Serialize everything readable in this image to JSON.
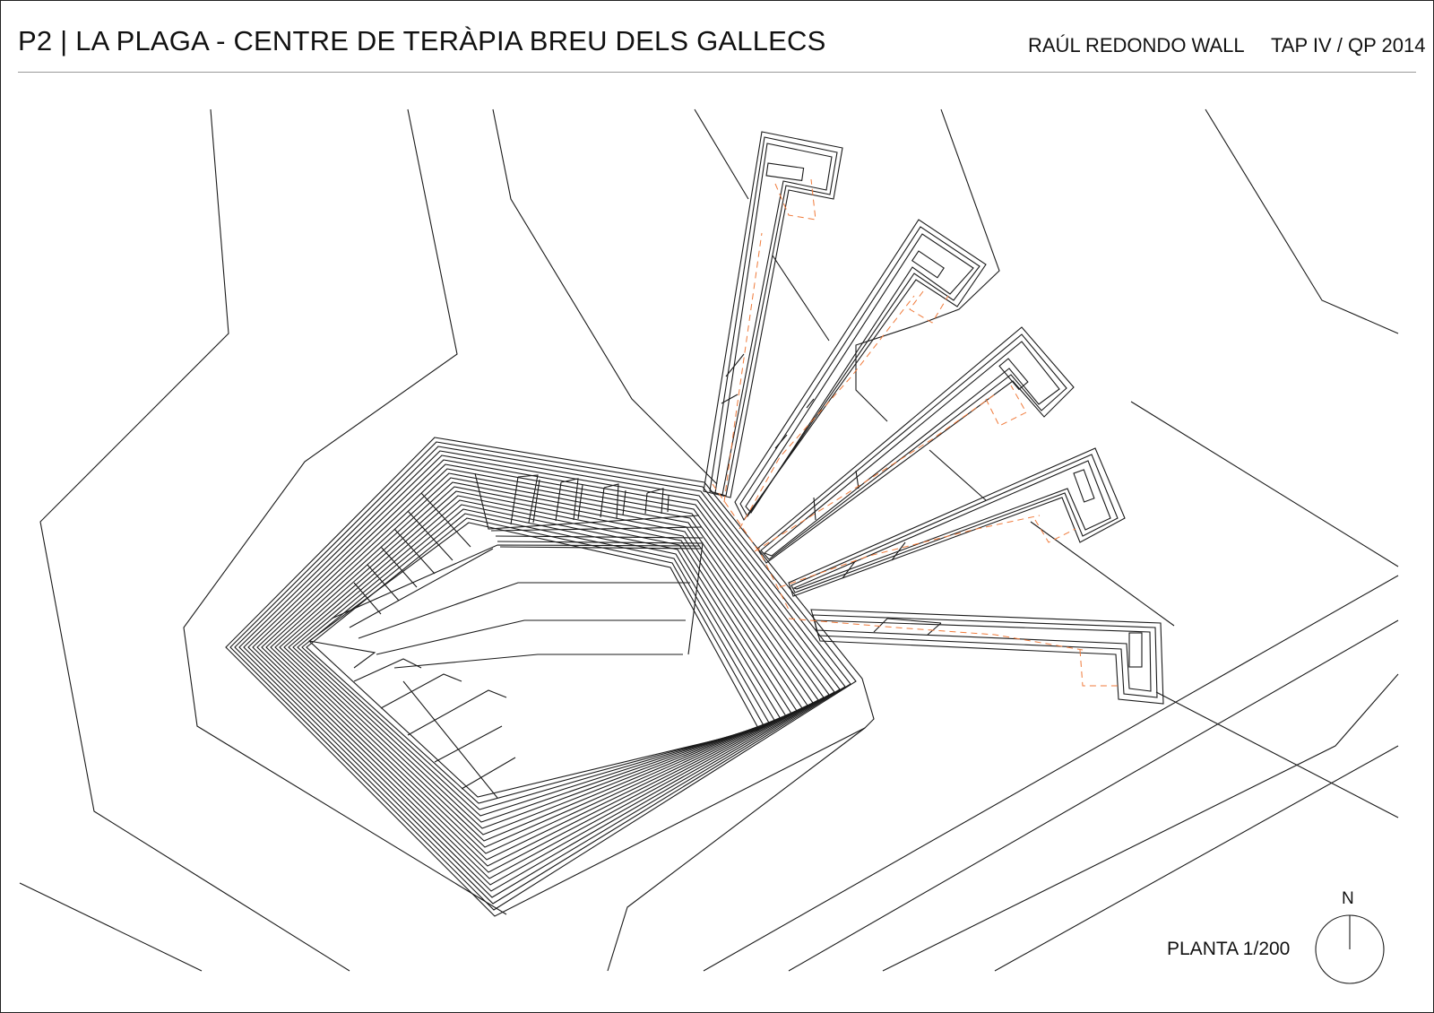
{
  "header": {
    "title": "P2 | LA PLAGA - CENTRE DE TERÀPIA BREU DELS GALLECS",
    "author": "RAÚL REDONDO WALL",
    "course": "TAP IV / QP 2014"
  },
  "footer": {
    "scale_label": "PLANTA 1/200",
    "north_label": "N"
  },
  "colors": {
    "line": "#1a1a1a",
    "dashed_accent": "#f07a3a",
    "rule": "#999999"
  }
}
